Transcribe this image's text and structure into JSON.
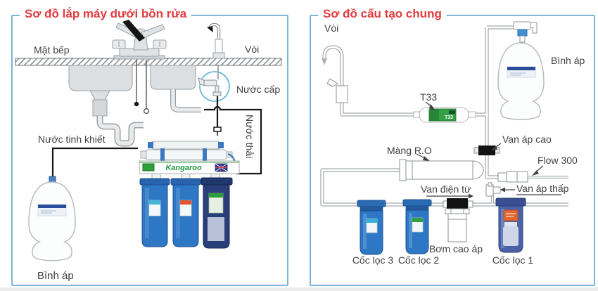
{
  "colors": {
    "panel_border": "#7ab5d8",
    "title_red": "#e23b3f",
    "label_text": "#414042",
    "housing_blue": "#2e77c4",
    "brand_green": "#1d9b3f",
    "tank_band_blue": "#2b4d9b"
  },
  "left": {
    "title": "Sơ đồ lắp máy dưới bồn rửa",
    "labels": {
      "counter": "Mặt bếp",
      "faucet": "Vòi",
      "feed_water": "Nước cấp",
      "waste_water": "Nước thải",
      "pure_water": "Nước tinh khiết",
      "tank": "Bình áp",
      "brand": "Kangaroo"
    }
  },
  "right": {
    "title": "Sơ đồ cấu tạo chung",
    "labels": {
      "faucet": "Vòi",
      "t33": "T33",
      "tank": "Bình áp",
      "high_pressure_valve": "Van áp cao",
      "ro_membrane": "Màng R.O",
      "flow_restrictor": "Flow 300",
      "solenoid_valve": "Van điện từ",
      "low_pressure_valve": "Van áp thấp",
      "pump": "Bơm cao áp",
      "filter3": "Cốc lọc 3",
      "filter2": "Cốc lọc 2",
      "filter1": "Cốc lọc 1"
    }
  }
}
